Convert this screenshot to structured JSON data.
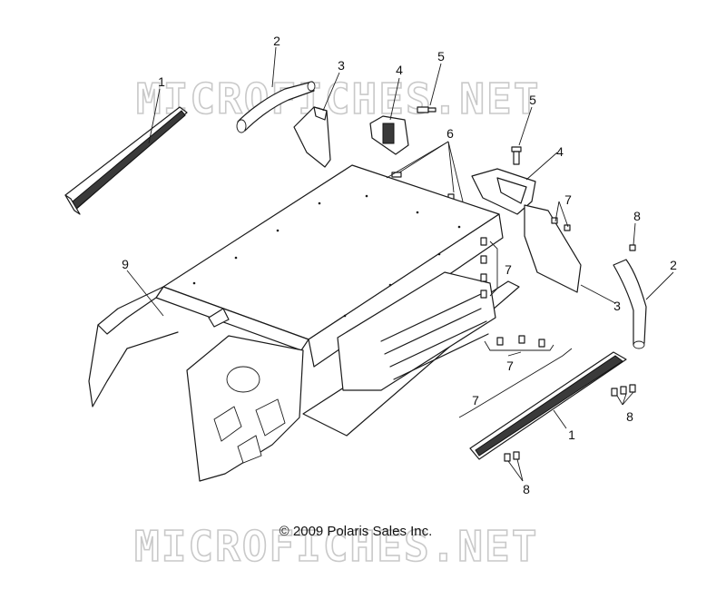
{
  "watermark": {
    "text": "MICROFICHES.NET"
  },
  "copyright": {
    "text": "© 2009 Polaris Sales Inc."
  },
  "callouts": [
    "1",
    "2",
    "3",
    "4",
    "5",
    "6",
    "7",
    "8",
    "9"
  ]
}
